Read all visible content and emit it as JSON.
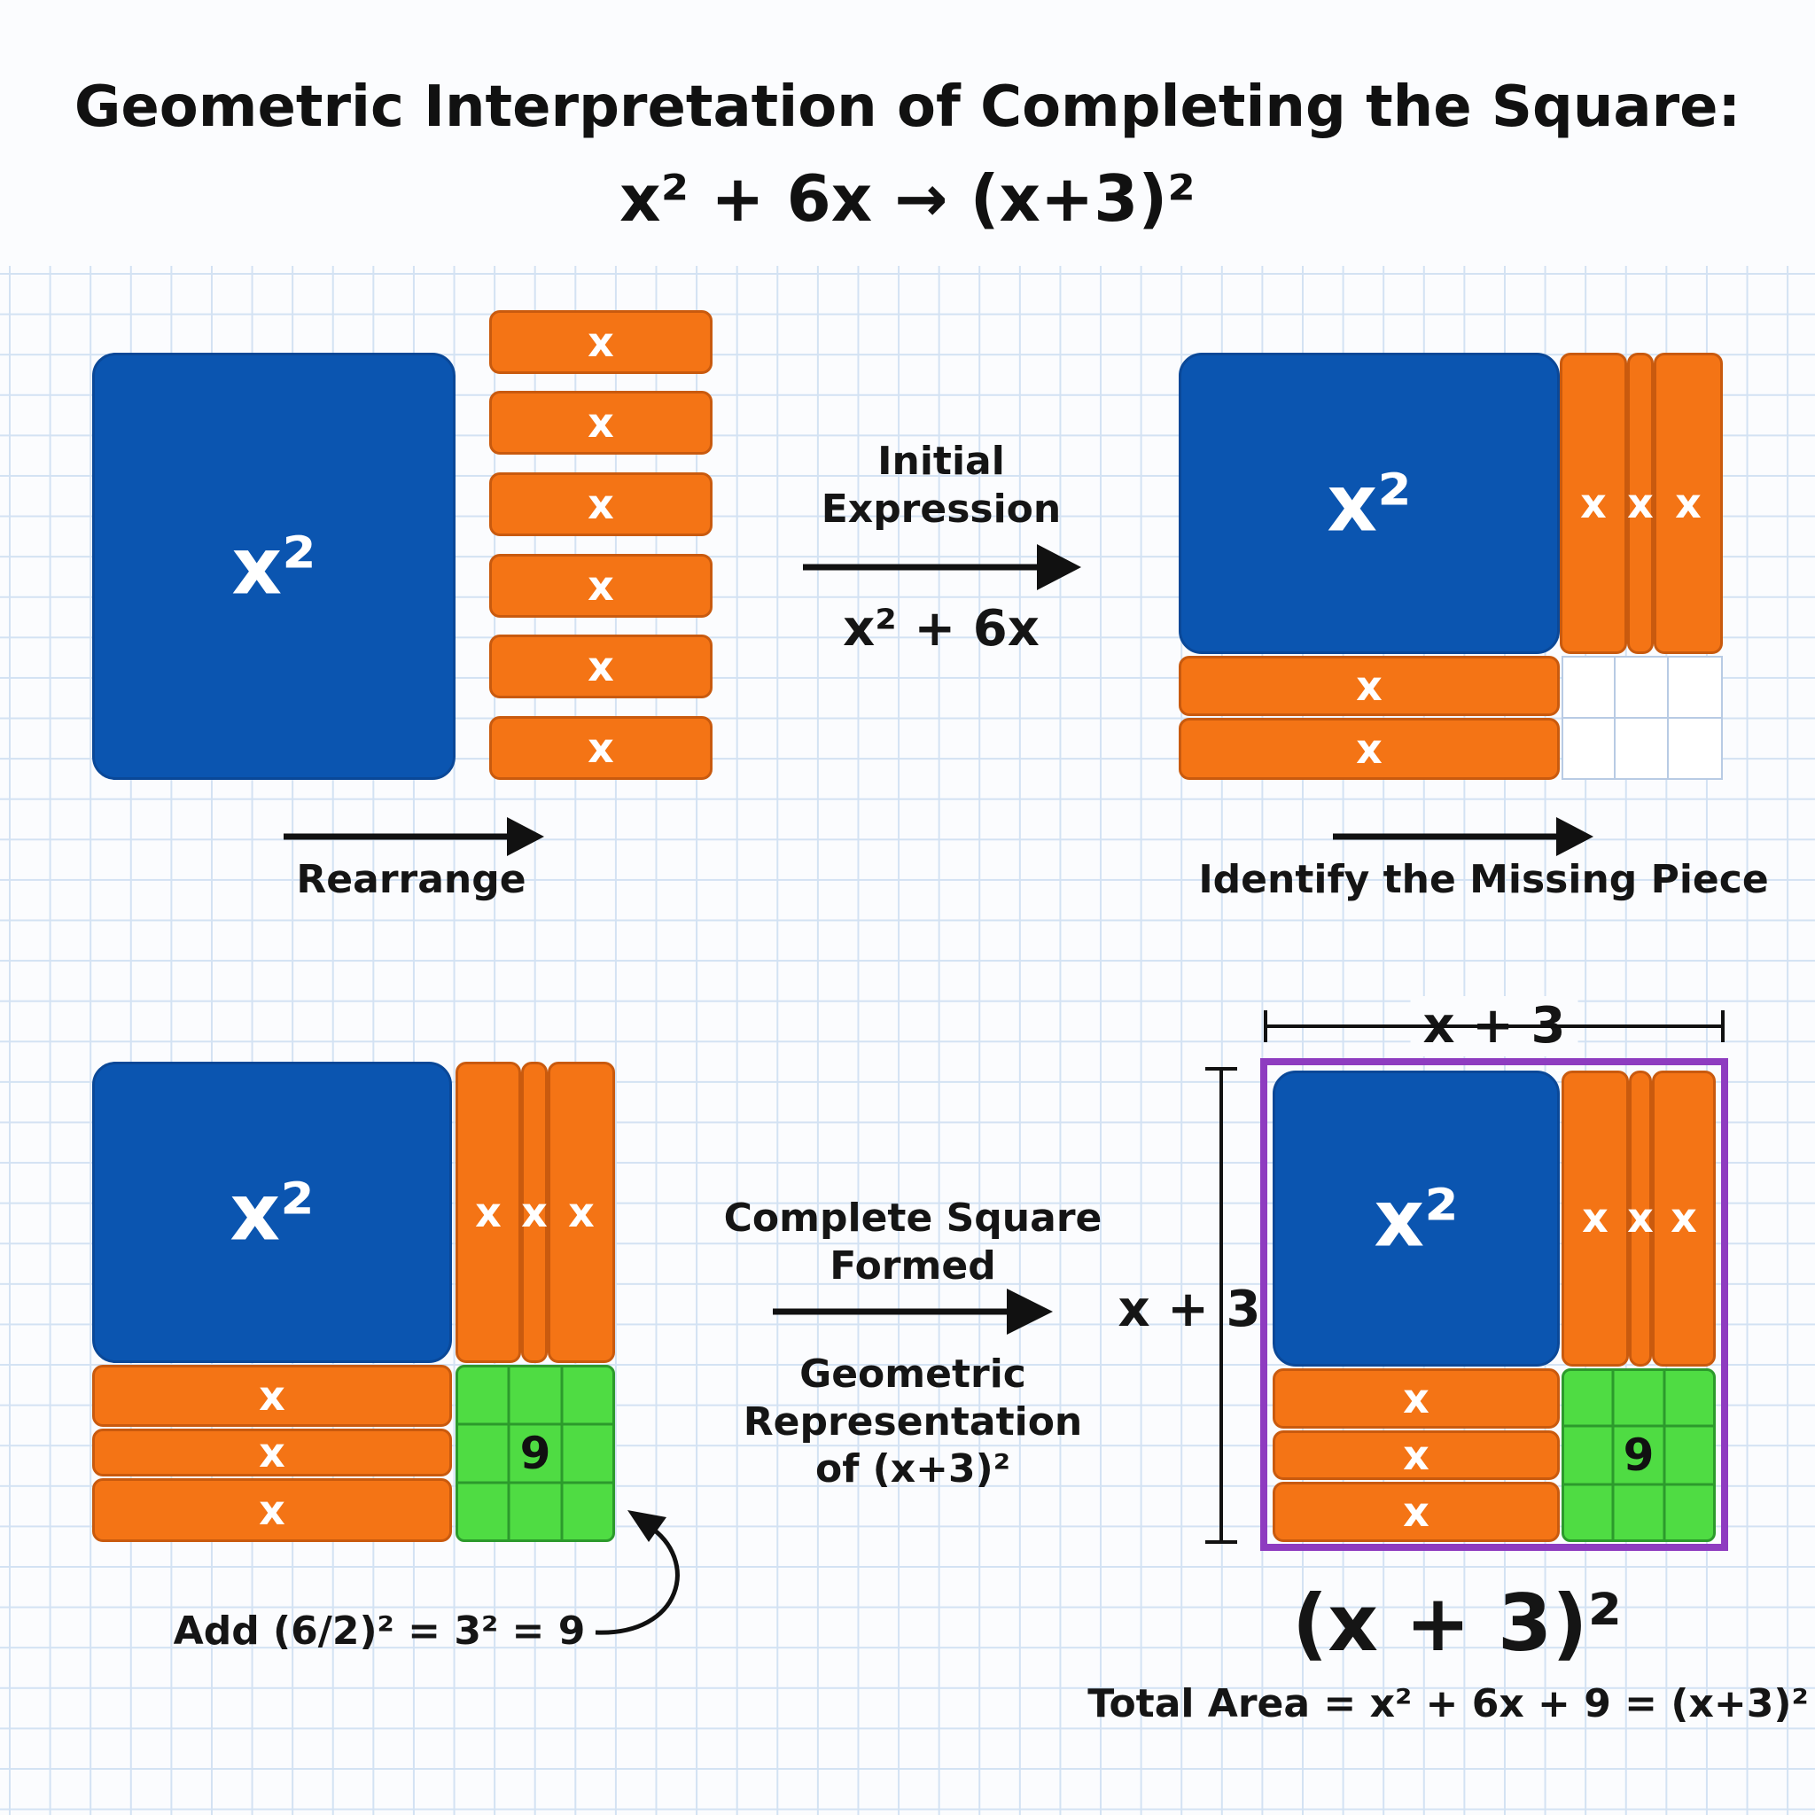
{
  "title": {
    "line1": "Geometric Interpretation of Completing the Square:",
    "line2": "x² + 6x → (x+3)²"
  },
  "symbols": {
    "x": "x",
    "x_squared": "x²",
    "nine": "9"
  },
  "panel1": {
    "caption": "Rearrange"
  },
  "center_top": {
    "line1": "Initial",
    "line2": "Expression",
    "expression": "x² + 6x"
  },
  "panel2": {
    "caption": "Identify the Missing Piece"
  },
  "panel3": {
    "annotation": "Add (6/2)² = 3² = 9"
  },
  "center_bottom": {
    "line1": "Complete Square",
    "line2": "Formed",
    "line3": "Geometric",
    "line4": "Representation",
    "line5": "of (x+3)²"
  },
  "panel4": {
    "top_dimension": "x + 3",
    "side_dimension": "x + 3",
    "result": "(x + 3)²",
    "total_area": "Total Area = x² + 6x + 9 = (x+3)²"
  },
  "colors": {
    "x_squared_tile": "#0b55b0",
    "x_tile": "#f47415",
    "unit_tiles": "#4fdc43",
    "square_outline": "#8e3cc0",
    "grid": "#d3e2f3"
  }
}
